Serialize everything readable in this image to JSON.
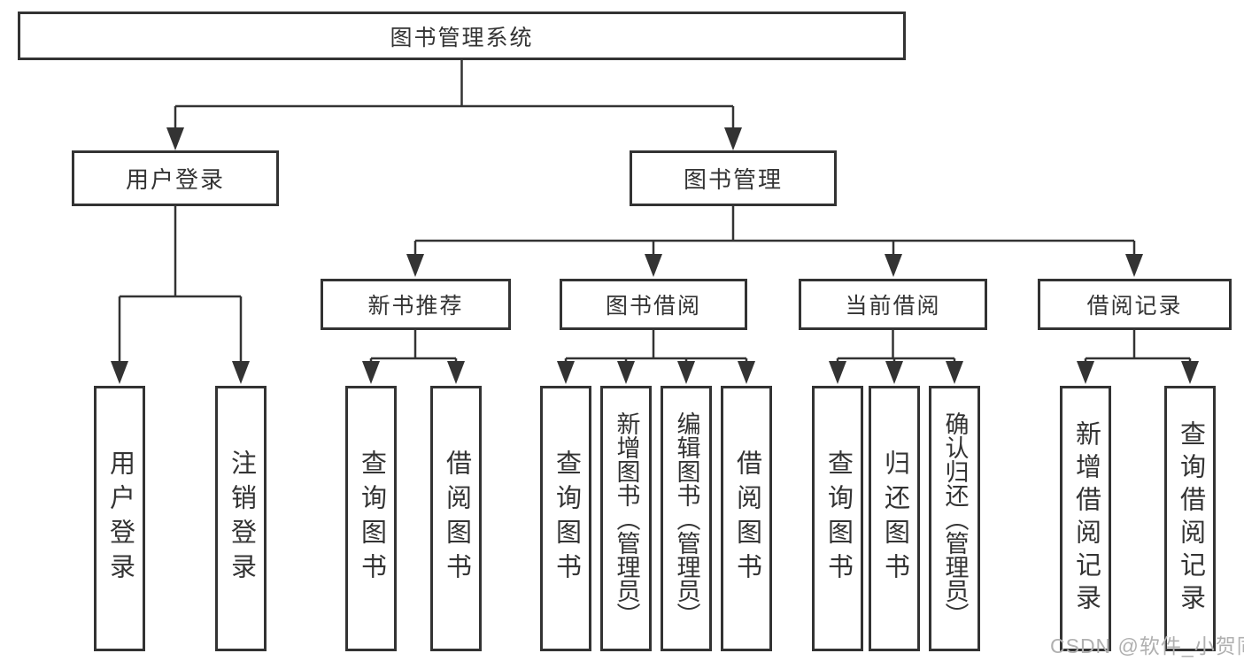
{
  "diagram": {
    "colors": {
      "line": "#333333",
      "text": "#333333",
      "box_background": "#ffffff",
      "watermark_text": "#b0b0b0"
    },
    "tree": {
      "root": {
        "label": "图书管理系统"
      },
      "branches": [
        {
          "label": "用户登录",
          "children": [
            {
              "label": "用户登录"
            },
            {
              "label": "注销登录"
            }
          ]
        },
        {
          "label": "图书管理",
          "children": [
            {
              "label": "新书推荐",
              "children": [
                {
                  "label": "查询图书"
                },
                {
                  "label": "借阅图书"
                }
              ]
            },
            {
              "label": "图书借阅",
              "children": [
                {
                  "label": "查询图书"
                },
                {
                  "label": "新增图书（管理员）"
                },
                {
                  "label": "编辑图书（管理员）"
                },
                {
                  "label": "借阅图书"
                }
              ]
            },
            {
              "label": "当前借阅",
              "children": [
                {
                  "label": "查询图书"
                },
                {
                  "label": "归还图书"
                },
                {
                  "label": "确认归还（管理员）"
                }
              ]
            },
            {
              "label": "借阅记录",
              "children": [
                {
                  "label": "新增借阅记录"
                },
                {
                  "label": "查询借阅记录"
                }
              ]
            }
          ]
        }
      ]
    },
    "watermark": "CSDN @软件_小贺同学"
  }
}
